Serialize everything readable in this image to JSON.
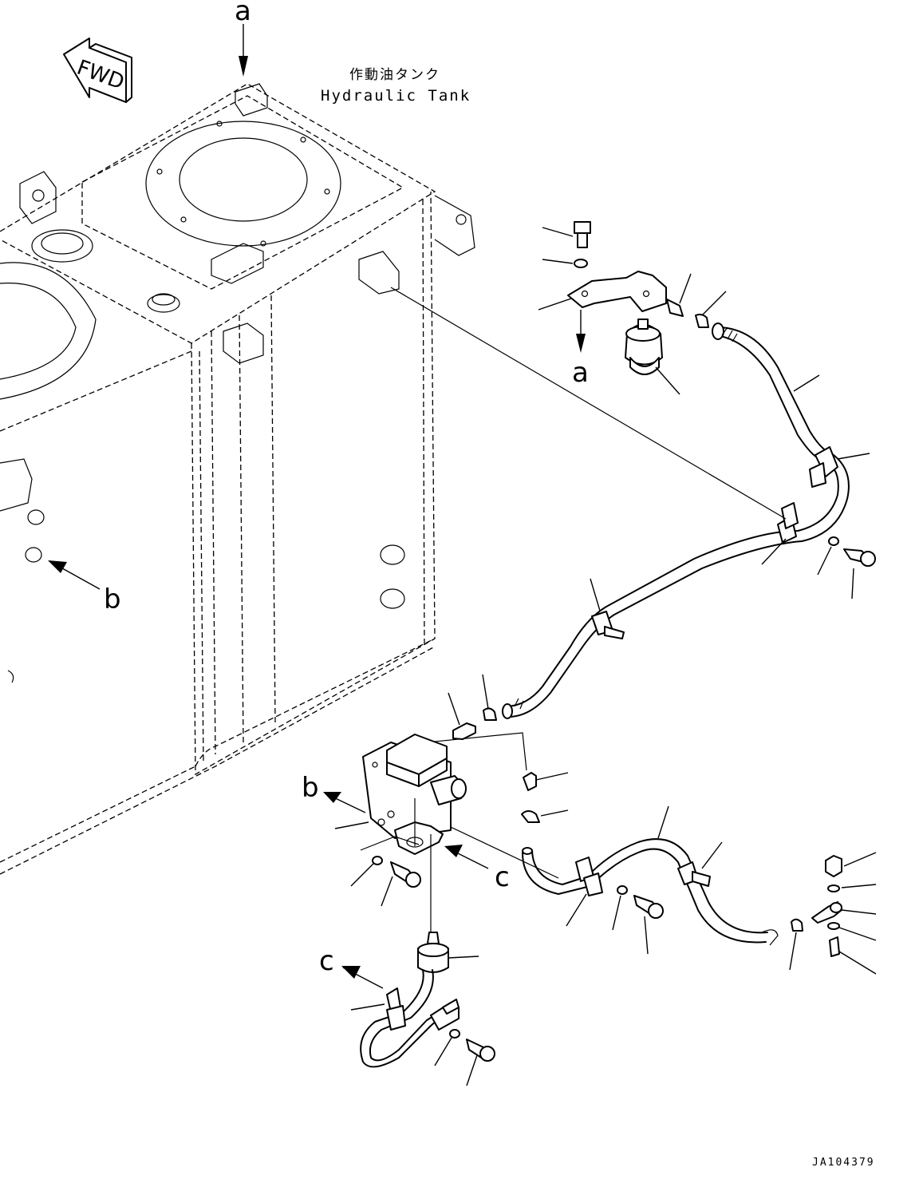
{
  "tank_label": {
    "japanese": "作動油タンク",
    "english": "Hydraulic Tank"
  },
  "direction_marker": "FWD",
  "reference_letters": {
    "a_top": "a",
    "a_bracket": "a",
    "b_tank": "b",
    "b_bracket": "b",
    "c_bracket": "c",
    "c_harness": "c"
  },
  "drawing_code": "JA104379"
}
